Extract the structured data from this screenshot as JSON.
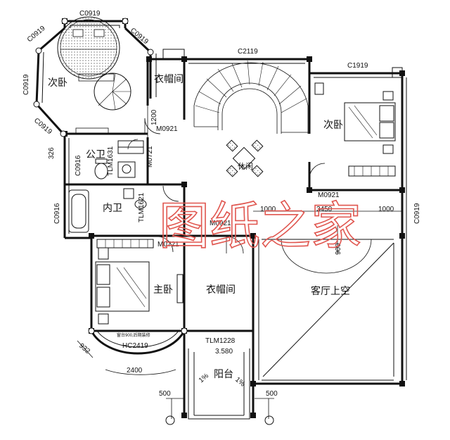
{
  "rooms": {
    "secondary_bedroom_left": "次卧",
    "cloakroom_top": "衣帽间",
    "public_bath": "公卫",
    "inner_bath": "内卫",
    "master_bedroom": "主卧",
    "cloakroom_middle": "衣帽间",
    "living_void": "客厅上空",
    "secondary_bedroom_right": "次卧",
    "balcony": "阳台",
    "leisure": "休闲"
  },
  "labels": {
    "c0919_top": "C0919",
    "c0919_tl": "C0919",
    "c0919_tr": "C0919",
    "c0919_left": "C0919",
    "c0919_bl": "C0919",
    "c2119": "C2119",
    "c1919": "C1919",
    "c0919_right": "C0919",
    "c0916_bath": "C0916",
    "c0916_left": "C0916",
    "m0921_left": "M0921",
    "m0921_mid": "M0921",
    "m0921_right": "M0921",
    "m0721_a": "M0721",
    "m0721_b": "M0721",
    "tlm1631": "TLM1631",
    "tlm1621": "TLM1621",
    "tlm1228": "TLM1228",
    "hc2419": "HC2419",
    "window_note": "窗台900,后期装修",
    "elevation": "3.580"
  },
  "dimensions": {
    "d1200": "1200",
    "d326": "326",
    "d1000_left": "1000",
    "d3450": "3450",
    "d1000_right": "1000",
    "d900": "900",
    "d932": "932",
    "d2400": "2400",
    "d500_left": "500",
    "d500_right": "500",
    "d1_5_left": "1%",
    "d1_5_right": "1%"
  },
  "watermark": "图纸之家",
  "colors": {
    "line": "#111111",
    "watermark": "#e0564f"
  }
}
